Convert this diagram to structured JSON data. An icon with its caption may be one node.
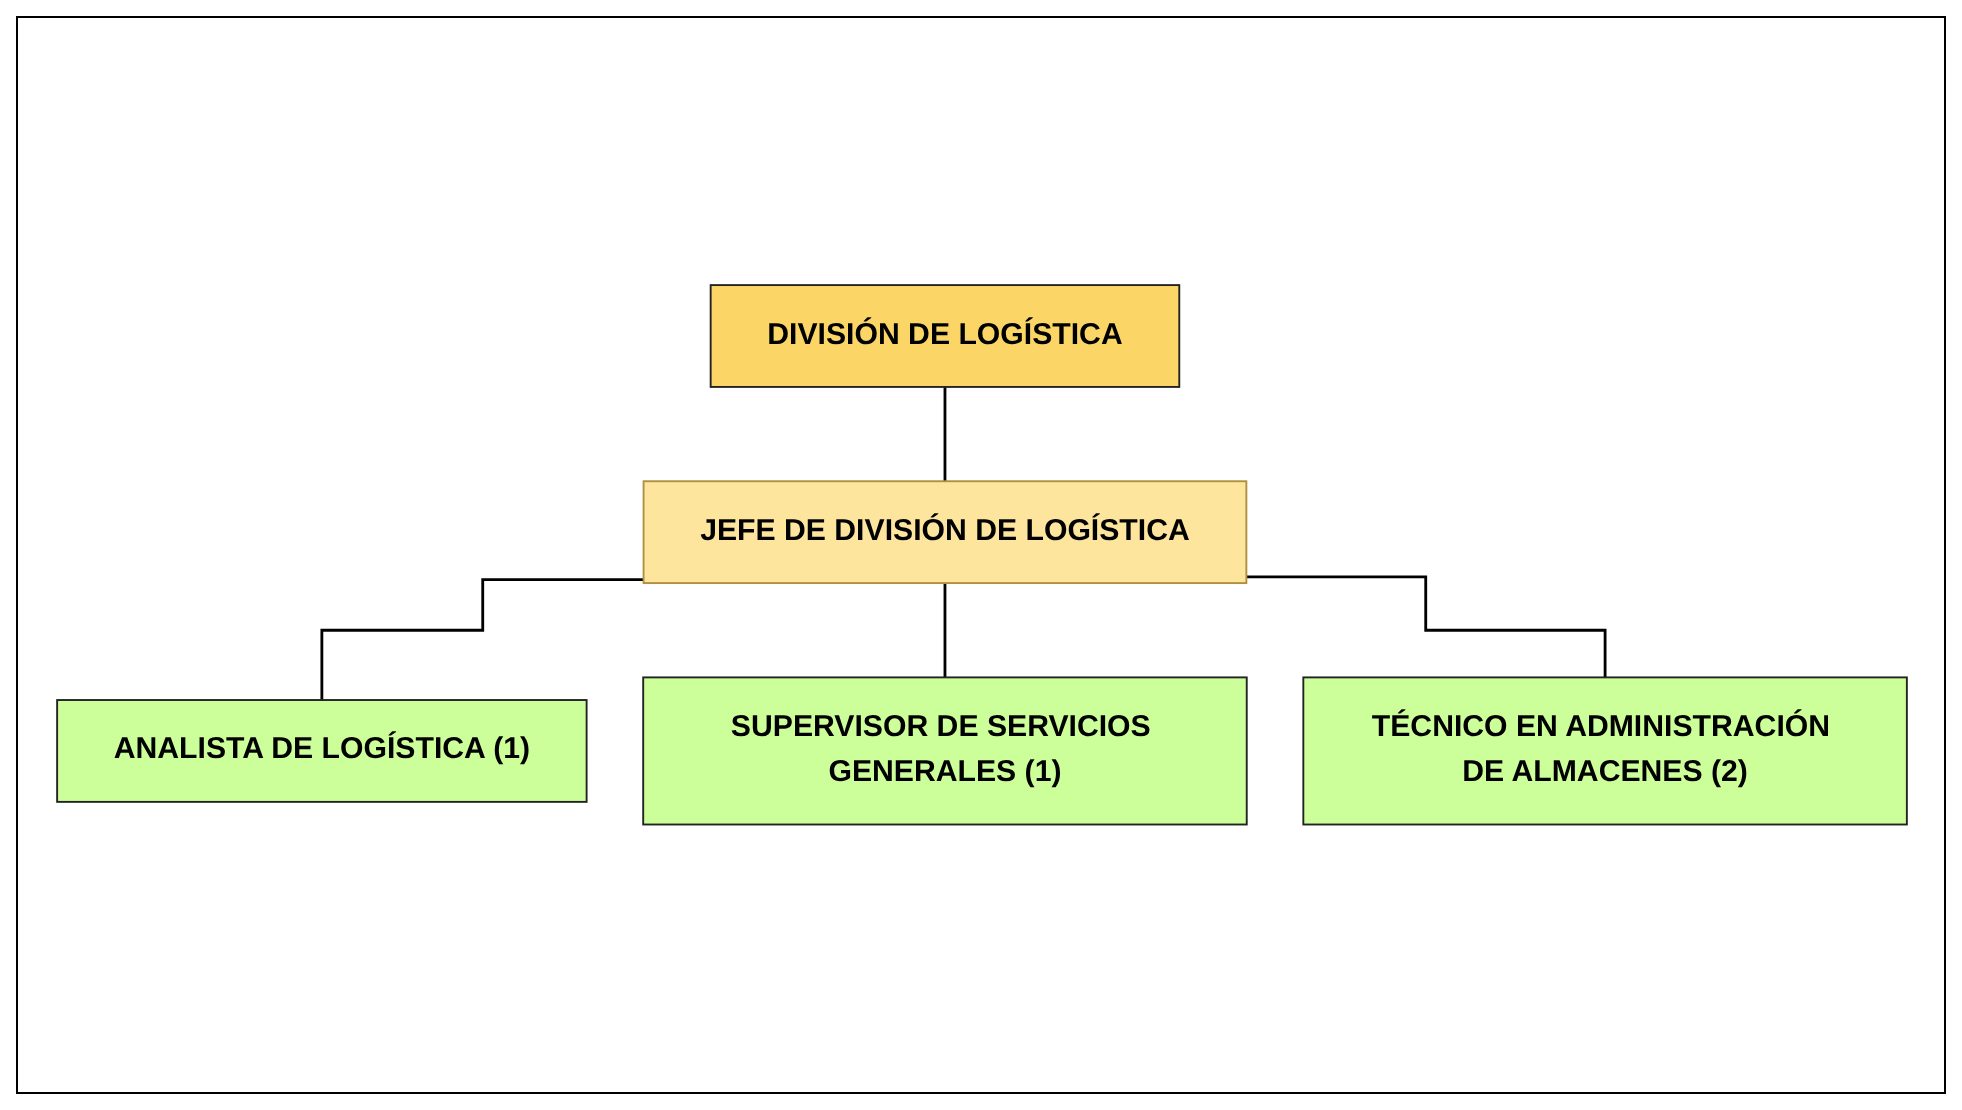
{
  "diagram": {
    "nodes": [
      {
        "text": [
          "DIVISIÓN DE LOGÍSTICA"
        ]
      },
      {
        "text": [
          "JEFE DE DIVISIÓN DE LOGÍSTICA"
        ]
      },
      {
        "text": [
          "ANALISTA DE LOGÍSTICA (1)"
        ]
      },
      {
        "text": [
          "SUPERVISOR DE SERVICIOS GENERALES (1)"
        ]
      },
      {
        "text": [
          "TÉCNICO EN ADMINISTRACIÓN DE ALMACENES (2)"
        ]
      }
    ],
    "edges": [
      {
        "from": 0,
        "to": 1,
        "arrow": "none"
      },
      {
        "from": 1,
        "to": 2,
        "arrow": "none"
      },
      {
        "from": 1,
        "to": 3,
        "arrow": "none"
      },
      {
        "from": 1,
        "to": 4,
        "arrow": "none"
      }
    ]
  }
}
